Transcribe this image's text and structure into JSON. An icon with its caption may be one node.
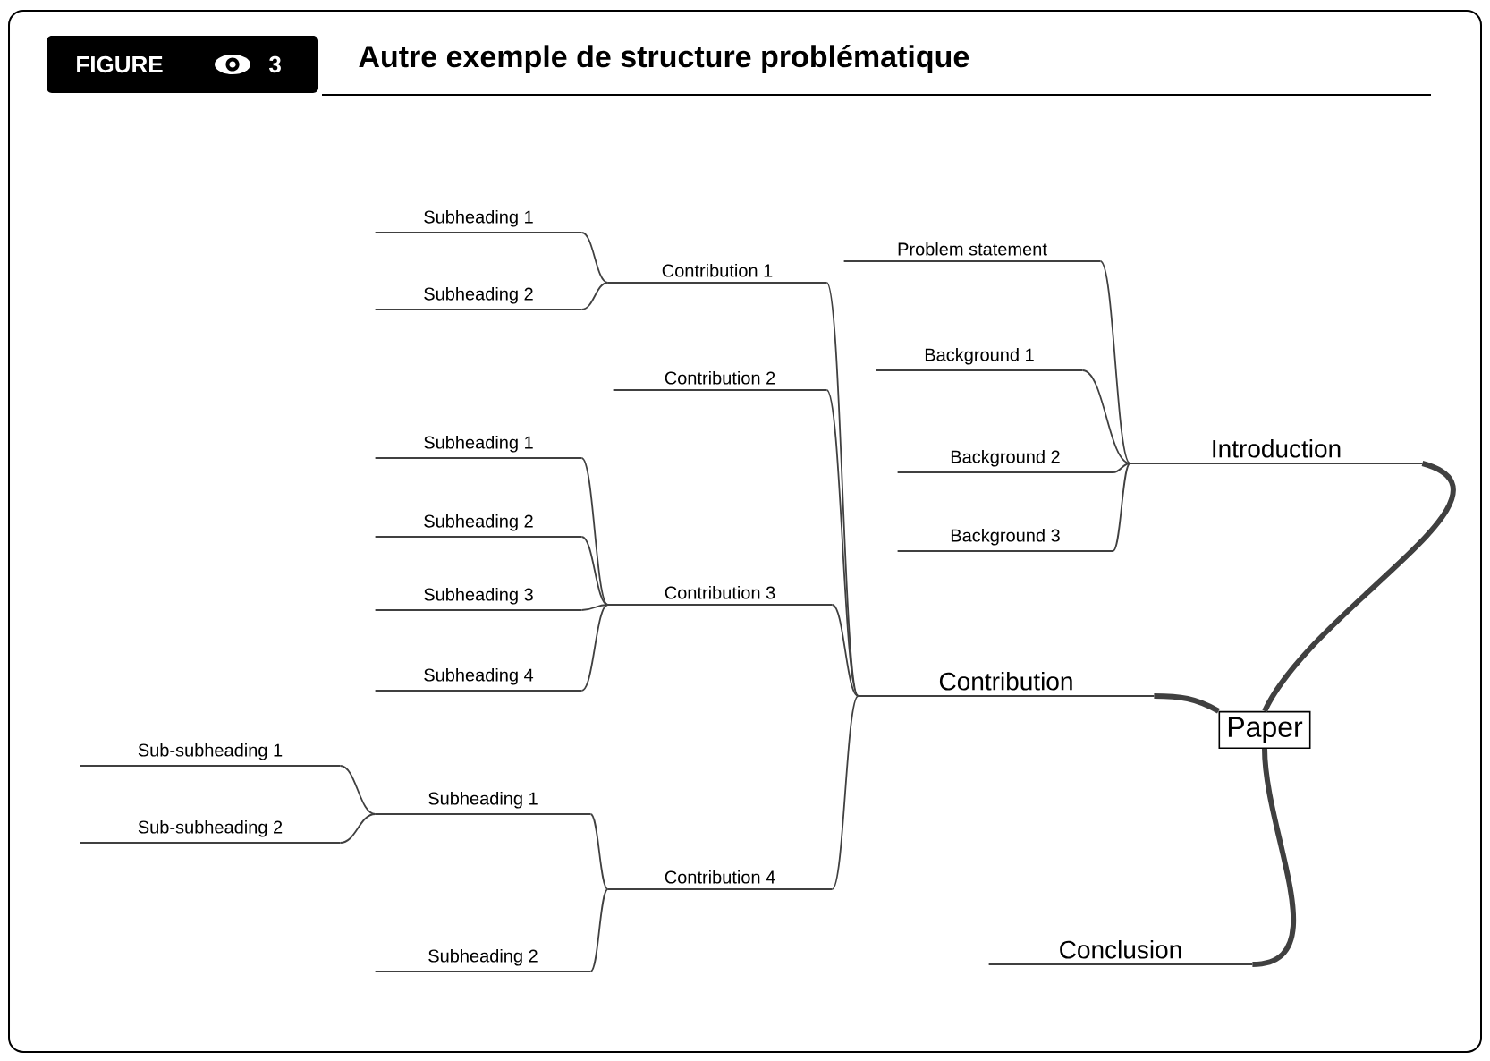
{
  "diagram": {
    "title": "Autre exemple de structure problématique",
    "nodes": [
      {
        "text": [
          "Paper"
        ]
      },
      {
        "text": [
          "Introduction"
        ]
      },
      {
        "text": [
          "Problem statement"
        ]
      },
      {
        "text": [
          "Background 1"
        ]
      },
      {
        "text": [
          "Background 2"
        ]
      },
      {
        "text": [
          "Background 3"
        ]
      },
      {
        "text": [
          "Contribution"
        ]
      },
      {
        "text": [
          "Contribution 1"
        ]
      },
      {
        "text": [
          "Subheading 1"
        ]
      },
      {
        "text": [
          "Subheading 2"
        ]
      },
      {
        "text": [
          "Contribution 2"
        ]
      },
      {
        "text": [
          "Contribution 3"
        ]
      },
      {
        "text": [
          "Subheading 1"
        ]
      },
      {
        "text": [
          "Subheading 2"
        ]
      },
      {
        "text": [
          "Subheading 3"
        ]
      },
      {
        "text": [
          "Subheading 4"
        ]
      },
      {
        "text": [
          "Contribution 4"
        ]
      },
      {
        "text": [
          "Subheading 1"
        ]
      },
      {
        "text": [
          "Sub-subheading 1"
        ]
      },
      {
        "text": [
          "Sub-subheading 2"
        ]
      },
      {
        "text": [
          "Subheading 2"
        ]
      },
      {
        "text": [
          "Conclusion"
        ]
      }
    ],
    "edges": [
      {
        "from": 0,
        "to": 1,
        "arrow": "none",
        "style": "thick"
      },
      {
        "from": 0,
        "to": 6,
        "arrow": "none",
        "style": "thick"
      },
      {
        "from": 0,
        "to": 21,
        "arrow": "none",
        "style": "thick"
      },
      {
        "from": 1,
        "to": 2,
        "arrow": "none"
      },
      {
        "from": 1,
        "to": 3,
        "arrow": "none"
      },
      {
        "from": 1,
        "to": 4,
        "arrow": "none"
      },
      {
        "from": 1,
        "to": 5,
        "arrow": "none"
      },
      {
        "from": 6,
        "to": 7,
        "arrow": "none"
      },
      {
        "from": 6,
        "to": 10,
        "arrow": "none"
      },
      {
        "from": 6,
        "to": 11,
        "arrow": "none"
      },
      {
        "from": 6,
        "to": 16,
        "arrow": "none"
      },
      {
        "from": 7,
        "to": 8,
        "arrow": "none"
      },
      {
        "from": 7,
        "to": 9,
        "arrow": "none"
      },
      {
        "from": 11,
        "to": 12,
        "arrow": "none"
      },
      {
        "from": 11,
        "to": 13,
        "arrow": "none"
      },
      {
        "from": 11,
        "to": 14,
        "arrow": "none"
      },
      {
        "from": 11,
        "to": 15,
        "arrow": "none"
      },
      {
        "from": 16,
        "to": 17,
        "arrow": "none"
      },
      {
        "from": 16,
        "to": 20,
        "arrow": "none"
      },
      {
        "from": 17,
        "to": 18,
        "arrow": "none"
      },
      {
        "from": 17,
        "to": 19,
        "arrow": "none"
      }
    ],
    "labels": [
      "FIGURE",
      "3"
    ]
  }
}
